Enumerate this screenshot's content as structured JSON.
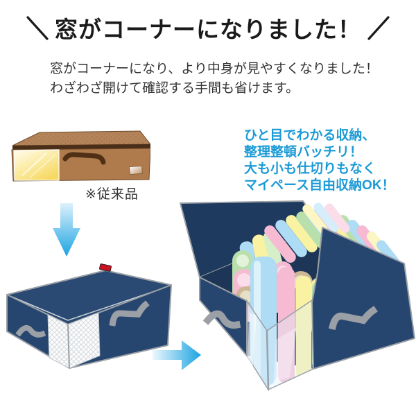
{
  "title_banner": {
    "slash_left": "＼",
    "text": "窓がコーナーになりました！",
    "slash_right": "／"
  },
  "intro": {
    "line1": "窓がコーナーになり、より中身が見やすくなりました！",
    "line2": "わざわざ開けて確認する手間も省けます。"
  },
  "old_product": {
    "caption": "※従来品"
  },
  "benefits": {
    "line1": "ひと目でわかる収納、",
    "line2": "整理整頓バッチリ！",
    "line3": "大も小も仕切りもなく",
    "line4": "マイペース自由収納OK！"
  },
  "colors": {
    "benefit_text": "#1b9ad6",
    "body_text": "#333333",
    "navy_box": "#27466f",
    "navy_lid": "#1f3a5f",
    "outline_gray": "#9aa0a6",
    "arrow_blue": "#1ba3e1",
    "old_box_brown": "#b5835a",
    "old_box_window_yellow": "#f9dd6e",
    "tag_red": "#cc1122"
  }
}
